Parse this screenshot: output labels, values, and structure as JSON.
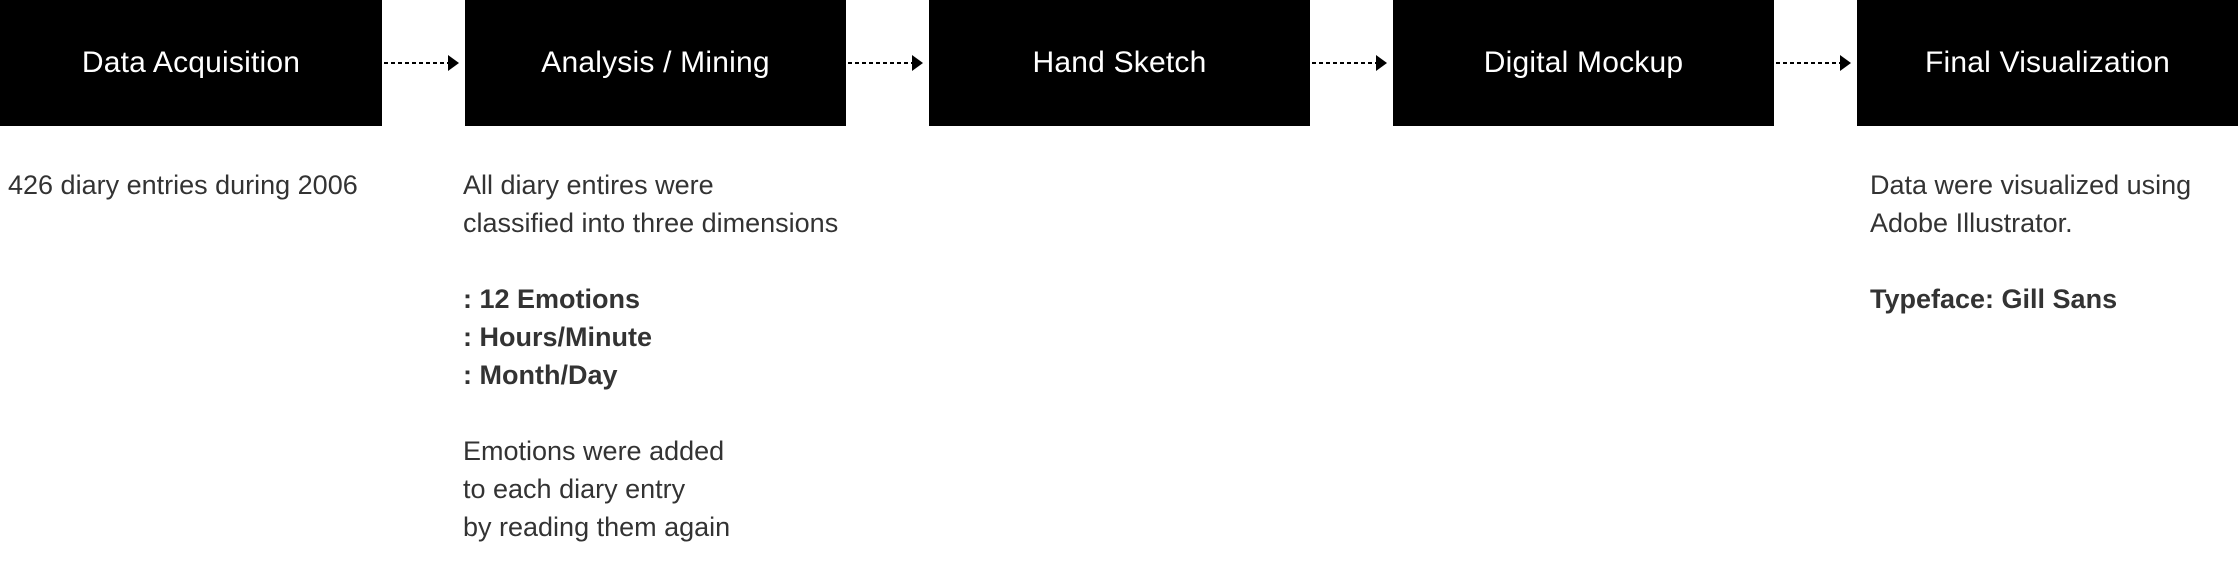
{
  "stages": [
    {
      "label": "Data Acquisition"
    },
    {
      "label": "Analysis / Mining"
    },
    {
      "label": "Hand Sketch"
    },
    {
      "label": "Digital Mockup"
    },
    {
      "label": "Final Visualization"
    }
  ],
  "notes": {
    "acquisition": {
      "line1": "426 diary entries during 2006"
    },
    "analysis": {
      "intro_line1": "All diary entires were",
      "intro_line2": "classified into three dimensions",
      "dimensions": [
        ": 12 Emotions",
        ": Hours/Minute",
        ": Month/Day"
      ],
      "outro_line1": "Emotions were added",
      "outro_line2": "to each diary entry",
      "outro_line3": "by reading them again"
    },
    "final": {
      "line1": "Data were visualized using",
      "line2": "Adobe Illustrator.",
      "typeface": "Typeface: Gill Sans"
    }
  },
  "colors": {
    "box": "#000000",
    "box_text": "#ffffff",
    "body_text": "#333333"
  }
}
